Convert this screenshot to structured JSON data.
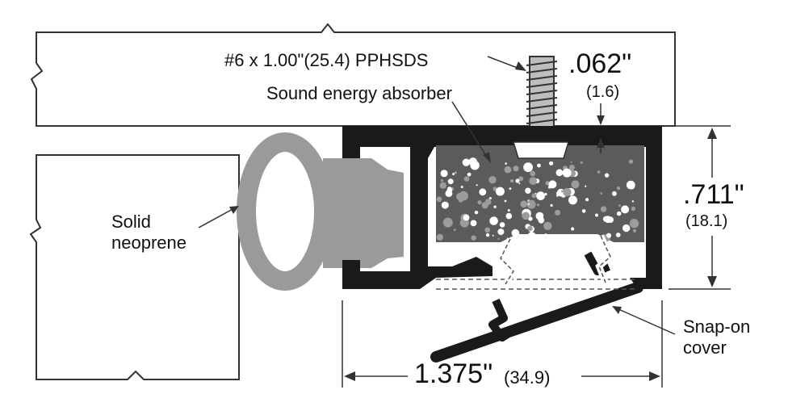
{
  "diagram": {
    "callouts": {
      "screw": "#6 x 1.00\"(25.4) PPHSDS",
      "absorber": "Sound energy absorber",
      "neoprene_line1": "Solid",
      "neoprene_line2": "neoprene",
      "cover_line1": "Snap-on",
      "cover_line2": "cover"
    },
    "dimensions": {
      "thickness": ".062\"",
      "thickness_mm": "(1.6)",
      "height": ".711\"",
      "height_mm": "(18.1)",
      "width": "1.375\"",
      "width_mm": "(34.9)"
    },
    "colors": {
      "seal": "#9a9a9a",
      "extrusion": "#1a1a1a",
      "foam": "#5b5b5b",
      "stroke": "#222222"
    }
  }
}
